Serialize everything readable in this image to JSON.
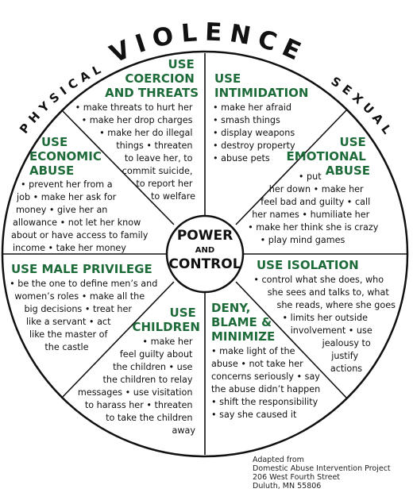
{
  "arc_labels": {
    "physical": "PHYSICAL",
    "violence": "VIOLENCE",
    "sexual": "SEXUAL"
  },
  "center": {
    "line1": "POWER",
    "line2": "AND",
    "line3": "CONTROL"
  },
  "segments": {
    "coercion": {
      "title": [
        "USE",
        "COERCION",
        "AND THREATS"
      ],
      "lines": [
        "• make threats to hurt her",
        "• make her drop charges",
        "• make her do illegal",
        "things • threaten",
        "to leave her, to",
        "commit suicide,",
        "to report her",
        "to welfare"
      ]
    },
    "intimidation": {
      "title": [
        "USE",
        "INTIMIDATION"
      ],
      "lines": [
        "• make her afraid",
        "• smash things",
        "• display weapons",
        "• destroy property",
        "• abuse pets"
      ]
    },
    "emotional": {
      "title": [
        "USE",
        "EMOTIONAL",
        "ABUSE"
      ],
      "lines": [
        "• put",
        "her down • make her",
        "feel bad and guilty • call",
        "her names • humiliate her",
        "• make her think she is crazy",
        "• play mind games"
      ]
    },
    "isolation": {
      "title": [
        "USE ISOLATION"
      ],
      "lines": [
        "• control what she does, who",
        "she sees and talks to, what",
        "she reads, where she goes",
        "• limits her outside",
        "involvement • use",
        "jealousy to",
        "justify",
        "actions"
      ]
    },
    "deny": {
      "title": [
        "DENY,",
        "BLAME &",
        "MINIMIZE"
      ],
      "lines": [
        "• make light of the",
        "abuse • not take her",
        "concerns seriously • say",
        "the abuse didn’t happen",
        "• shift the responsibility",
        "• say she caused it"
      ]
    },
    "children": {
      "title": [
        "USE",
        "CHILDREN"
      ],
      "lines": [
        "• make her",
        "feel guilty about",
        "the children • use",
        "the children to relay",
        "messages • use visitation",
        "to harass her • threaten",
        "to take the children",
        "away"
      ]
    },
    "privilege": {
      "title": [
        "USE MALE PRIVILEGE"
      ],
      "lines": [
        "• be the one to define men’s and",
        "women’s roles • make all the",
        "big decisions • treat her",
        "like a servant • act",
        "like the master of",
        "the castle"
      ]
    },
    "economic": {
      "title": [
        "USE",
        "ECONOMIC",
        "ABUSE"
      ],
      "lines": [
        "• prevent her from a",
        "job • make her ask for",
        "money • give her an",
        "allowance • not let her know",
        "about or have access to family",
        "income • take her money"
      ]
    }
  },
  "credit": {
    "line1": "Adapted from",
    "line2": "Domestic Abuse Intervention Project",
    "line3": "206 West Fourth Street",
    "line4": "Duluth, MN 55806"
  },
  "colors": {
    "title_green": "#1e6b3a",
    "outline": "#111111"
  }
}
